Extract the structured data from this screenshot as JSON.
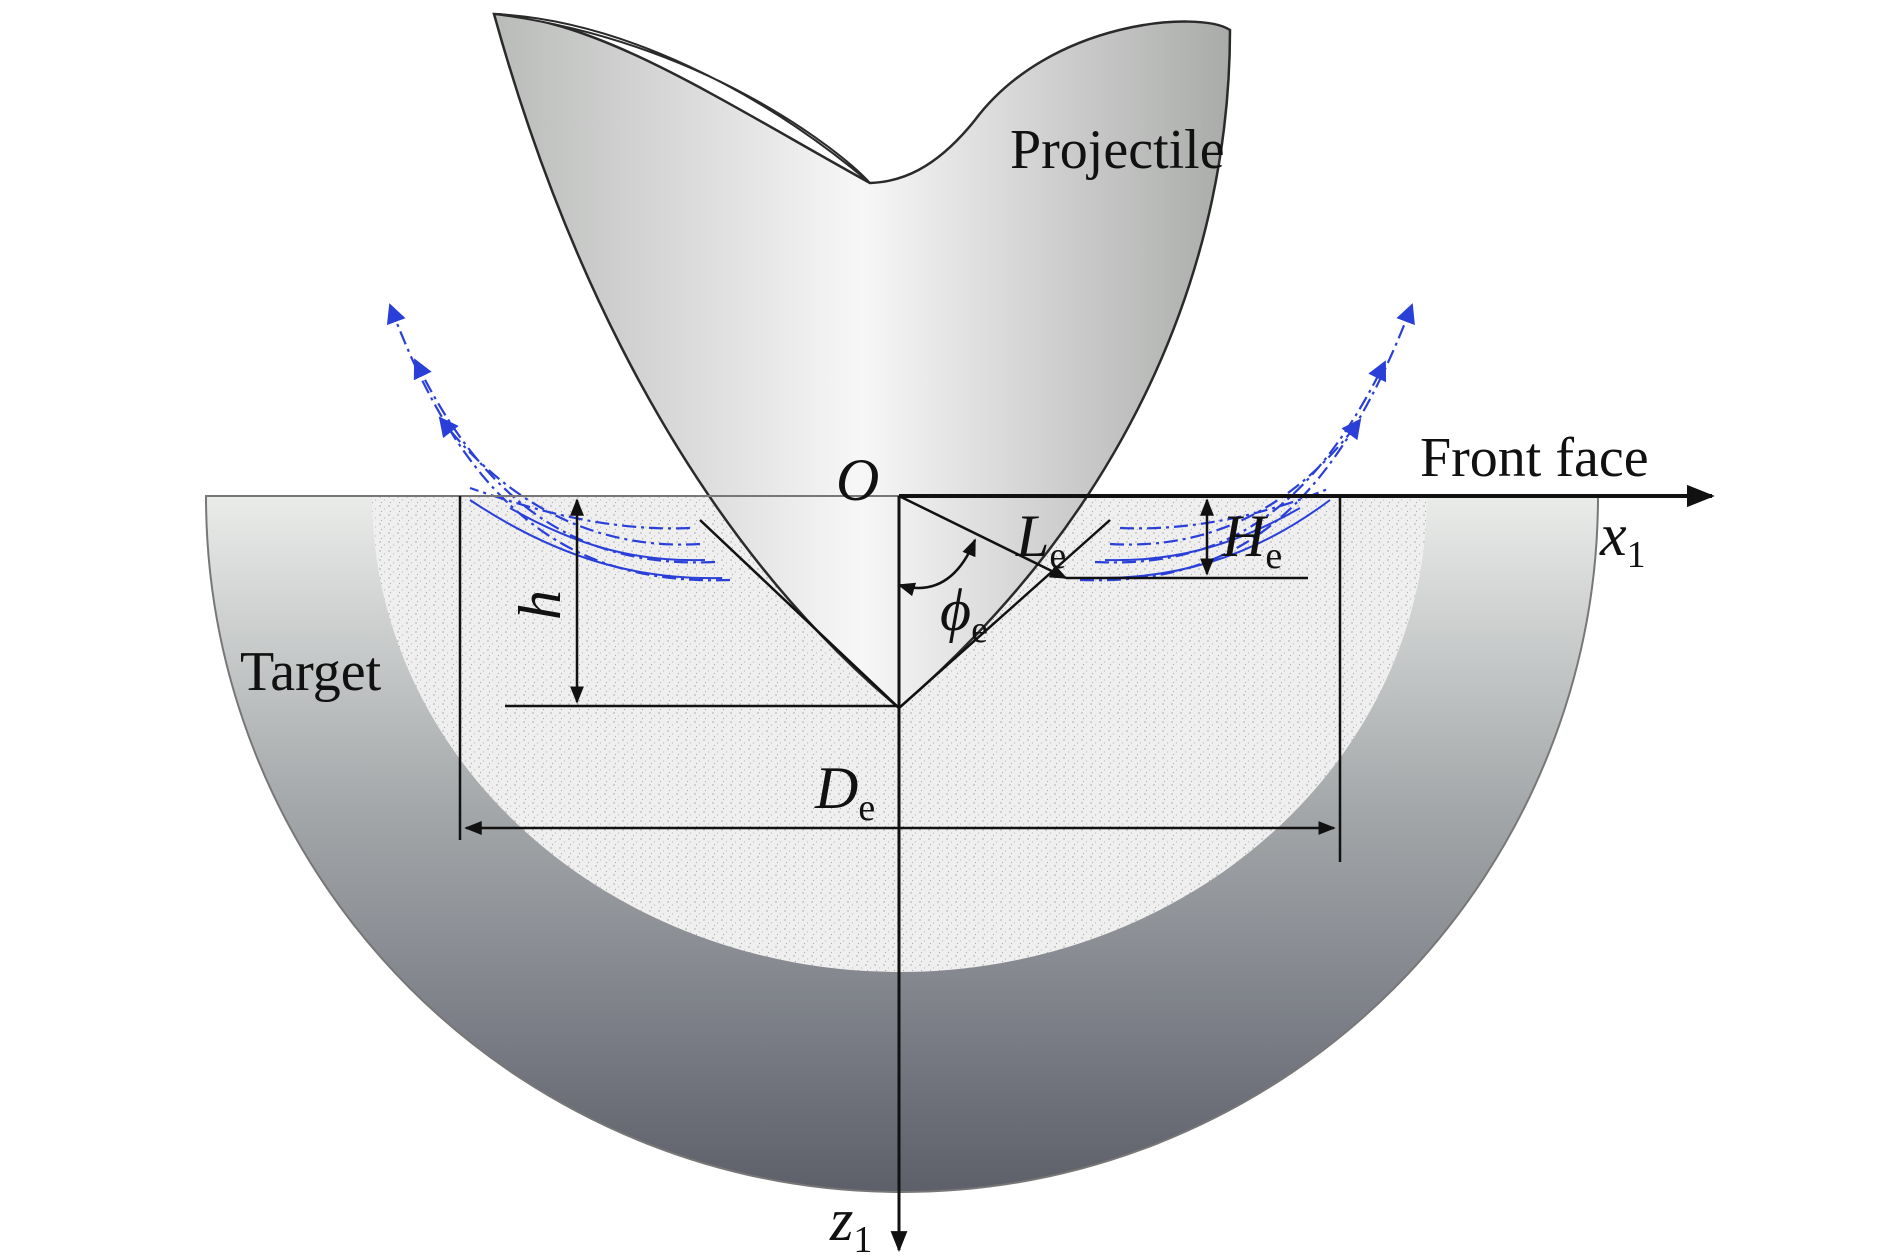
{
  "labels": {
    "projectile": "Projectile",
    "target": "Target",
    "front_face": "Front face",
    "origin": "O",
    "x_axis": "x",
    "x_axis_sub": "1",
    "z_axis": "z",
    "z_axis_sub": "1",
    "depth": "h",
    "length_main": "L",
    "length_sub": "e",
    "height_main": "H",
    "height_sub": "e",
    "angle_main": "ϕ",
    "angle_sub": "e",
    "diameter_main": "D",
    "diameter_sub": "e"
  },
  "colors": {
    "flow_arrows": "#2a3fd8",
    "lines": "#111111",
    "target_shell_light": "#eaecea",
    "target_shell_dark": "#5d5f69",
    "crater_fill": "#eeeeee",
    "projectile_light": "#f7f7f7",
    "projectile_dark": "#b9bbb9"
  }
}
